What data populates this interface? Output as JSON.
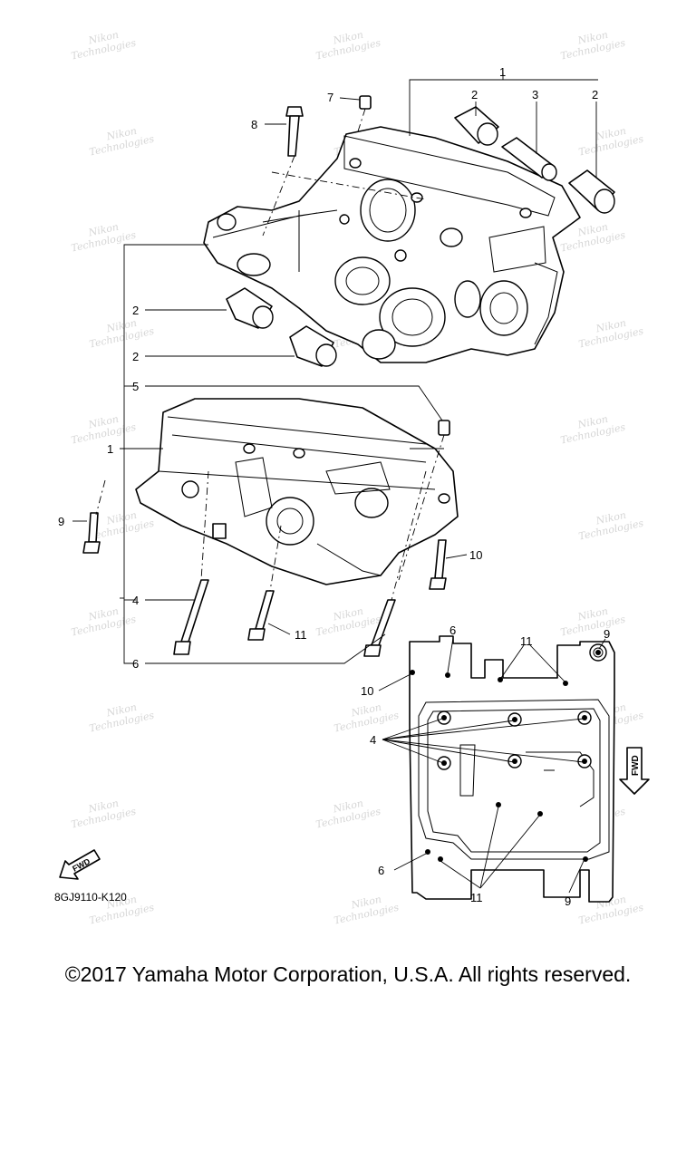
{
  "diagram": {
    "callouts": {
      "c1_top": "1",
      "c2_a": "2",
      "c3": "3",
      "c2_b": "2",
      "c7": "7",
      "c8": "8",
      "c2_c": "2",
      "c2_d": "2",
      "c5": "5",
      "c1_mid": "1",
      "c9_left": "9",
      "c10_left": "10",
      "c4_left": "4",
      "c11_left": "11",
      "c6_left": "6",
      "c6_inset_top": "6",
      "c11_inset_top": "11",
      "c9_inset_top": "9",
      "c10_inset": "10",
      "c4_inset": "4",
      "c6_inset_bot": "6",
      "c11_inset_bot": "11",
      "c9_inset_bot": "9"
    },
    "fwd_inset": "FWD",
    "fwd_corner": "FWD",
    "figure_code": "8GJ9110-K120",
    "watermark_line1": "Nikon",
    "watermark_line2": "Technologies"
  },
  "footer": {
    "copyright": "©2017 Yamaha Motor Corporation, U.S.A. All rights reserved."
  }
}
